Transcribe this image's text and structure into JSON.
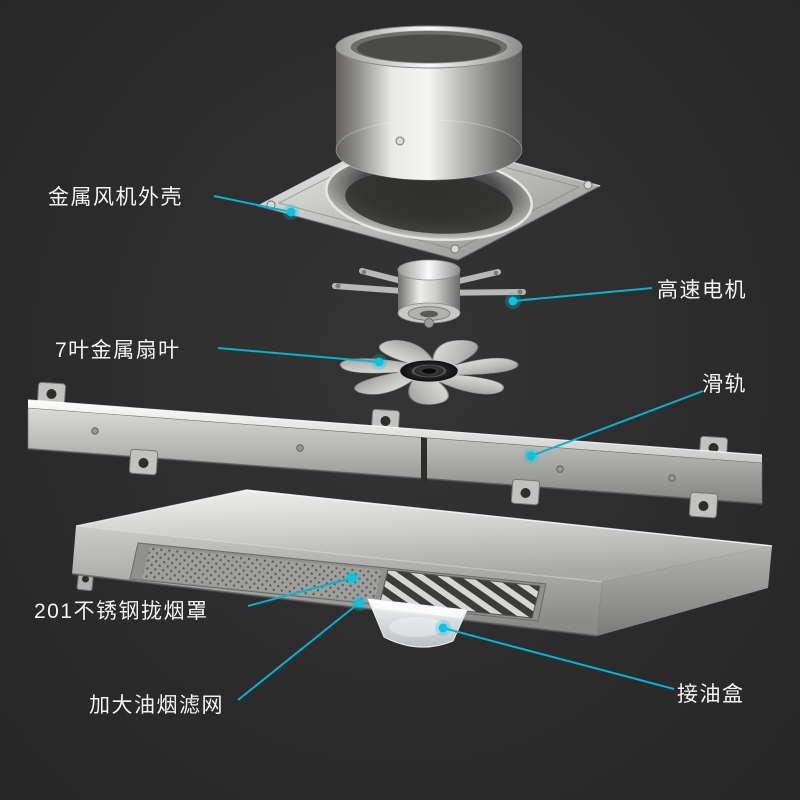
{
  "diagram": {
    "title_present": false,
    "colors": {
      "background": "#2c2c2c",
      "accent": "#00b6d4",
      "label_text": "#f4f4f4"
    },
    "callouts": [
      {
        "text": "金属风机外壳",
        "target": "fan-housing",
        "side": "left"
      },
      {
        "text": "高速电机",
        "target": "motor",
        "side": "right"
      },
      {
        "text": "7叶金属扇叶",
        "target": "fan-blade",
        "side": "left"
      },
      {
        "text": "滑轨",
        "target": "slide-rail",
        "side": "right"
      },
      {
        "text": "201不锈钢拢烟罩",
        "target": "smoke-hood",
        "side": "left"
      },
      {
        "text": "加大油烟滤网",
        "target": "grease-filter",
        "side": "left"
      },
      {
        "text": "接油盒",
        "target": "oil-box",
        "side": "right"
      }
    ]
  }
}
